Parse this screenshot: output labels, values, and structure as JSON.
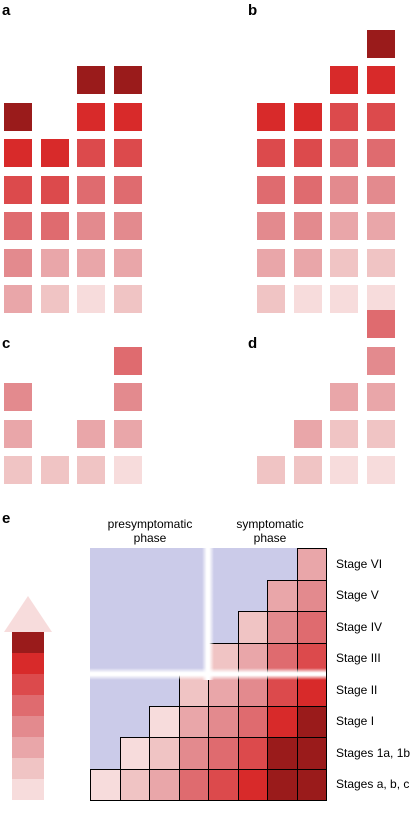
{
  "panel_labels": {
    "a": "a",
    "b": "b",
    "c": "c",
    "d": "d",
    "e": "e"
  },
  "palette": [
    "#f7dcdc",
    "#f0c4c4",
    "#e9a6a9",
    "#e38a8e",
    "#df6b6f",
    "#dc4a4c",
    "#d82a2a",
    "#9a1b1b"
  ],
  "panel_a": {
    "columns": [
      [
        2,
        3,
        4,
        5,
        6,
        7
      ],
      [
        1,
        2,
        4,
        5,
        6
      ],
      [
        0,
        2,
        3,
        4,
        5,
        6,
        7,
        8
      ],
      [
        1,
        2,
        3,
        4,
        5,
        6,
        7
      ]
    ]
  },
  "panel_b": {
    "columns": [
      [
        1,
        2,
        3,
        4,
        5,
        6
      ],
      [
        0,
        2,
        3,
        4,
        5,
        6
      ],
      [
        0,
        1,
        2,
        3,
        4,
        5,
        6
      ],
      [
        0,
        1,
        2,
        3,
        4,
        5,
        6,
        7
      ]
    ]
  },
  "panel_c": {
    "columns": [
      [
        1,
        2,
        3
      ],
      [
        1
      ],
      [
        1,
        2
      ],
      [
        0,
        2,
        3,
        4
      ]
    ]
  },
  "panel_d": {
    "columns": [
      [
        1
      ],
      [
        1,
        2
      ],
      [
        0,
        1,
        2
      ],
      [
        0,
        1,
        2,
        3,
        4
      ]
    ]
  },
  "legend": {
    "colors": [
      "#f7dcdc",
      "#f0c4c4",
      "#e9a6a9",
      "#e38a8e",
      "#df6b6f",
      "#dc4a4c",
      "#d82a2a",
      "#9a1b1b"
    ]
  },
  "panel_e": {
    "phase_presymptomatic": "presymptomatic\nphase",
    "phase_symptomatic": "symptomatic\nphase",
    "stages": [
      "Stage VI",
      "Stage V",
      "Stage IV",
      "Stage III",
      "Stage II",
      "Stage I",
      "Stages 1a, 1b",
      "Stages a, b, c"
    ],
    "background_color": "#cbcbe9"
  }
}
